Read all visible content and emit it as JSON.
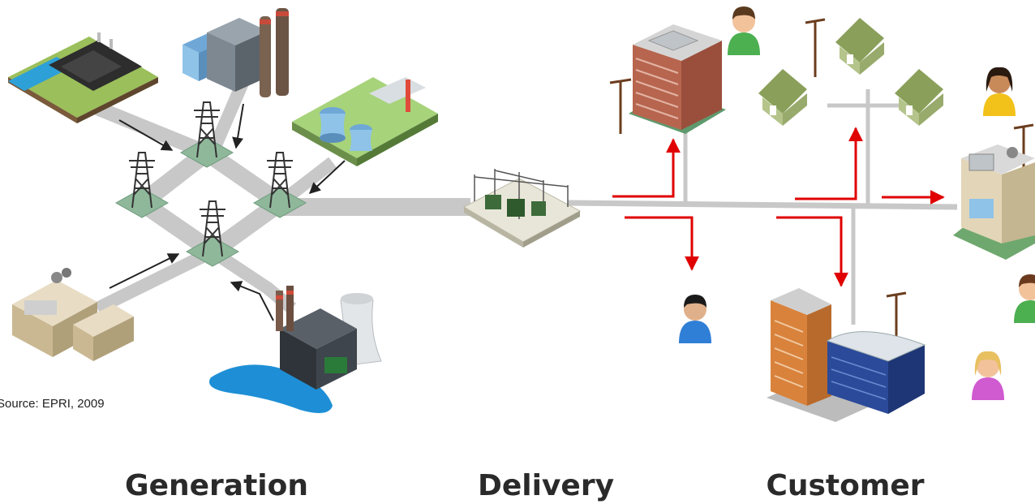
{
  "source": "Source: EPRI, 2009",
  "sections": {
    "generation": "Generation",
    "delivery": "Delivery",
    "customer": "Customer"
  },
  "colors": {
    "power_line": "#c8c8c8",
    "flow_arrow_in": "#222222",
    "flow_arrow_out": "#e00000",
    "pad": "#8fb89b",
    "water": "#1e8fd6"
  },
  "icons": [
    "hydro-plant-icon",
    "coal-plant-icon",
    "nuclear-plant-icon",
    "factory-generator-icon",
    "thermal-plant-icon",
    "transmission-tower-icon",
    "substation-icon",
    "apartment-building-icon",
    "house-icon",
    "office-building-icon",
    "industrial-customer-icon",
    "person-icon",
    "utility-pole-icon"
  ]
}
